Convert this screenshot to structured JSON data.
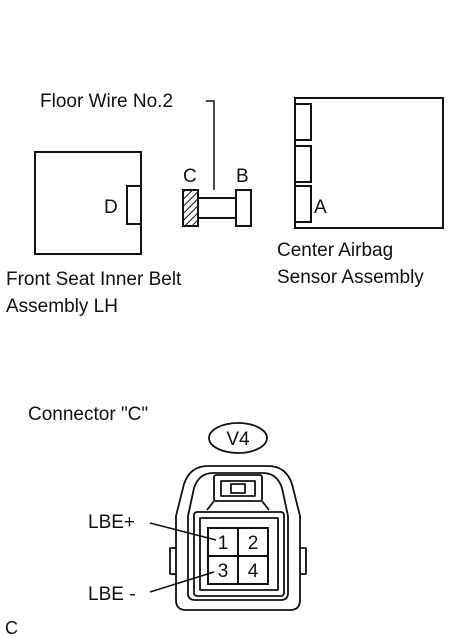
{
  "labels": {
    "floor_wire": "Floor Wire No.2",
    "front_seat_line1": "Front Seat Inner Belt",
    "front_seat_line2": "Assembly LH",
    "center_airbag_line1": "Center Airbag",
    "center_airbag_line2": "Sensor Assembly",
    "connector_title": "Connector \"C\"",
    "connector_code": "V4",
    "lbe_plus": "LBE+",
    "lbe_minus": "LBE -",
    "footer": "C"
  },
  "connector_letters": {
    "a": "A",
    "b": "B",
    "c": "C",
    "d": "D"
  },
  "pins": [
    "1",
    "2",
    "3",
    "4"
  ],
  "colors": {
    "stroke": "#111111",
    "background": "#ffffff"
  }
}
